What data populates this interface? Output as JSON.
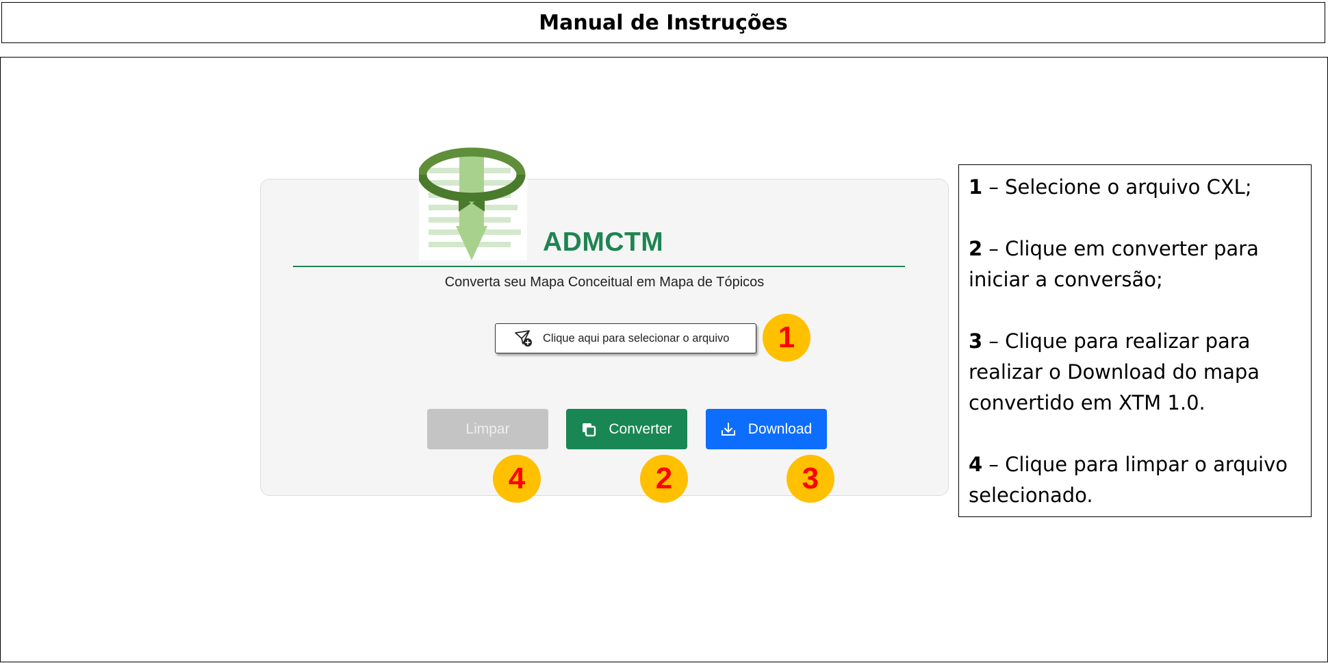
{
  "header": {
    "title": "Manual de Instruções"
  },
  "app": {
    "name": "ADMCTM",
    "subtitle": "Converta seu Mapa Conceitual em Mapa de Tópicos",
    "file_button_label": "Clique aqui para selecionar o arquivo",
    "buttons": {
      "limpar": "Limpar",
      "converter": "Converter",
      "download": "Download"
    }
  },
  "badges": {
    "select_file": "1",
    "convert": "2",
    "download": "3",
    "clear": "4"
  },
  "instructions": [
    {
      "number": "1",
      "text": " – Selecione o arquivo CXL;"
    },
    {
      "number": "2",
      "text": " – Clique em converter para iniciar a conversão;"
    },
    {
      "number": "3",
      "text": " – Clique para realizar para realizar o Download do mapa convertido em XTM 1.0."
    },
    {
      "number": "4",
      "text": " – Clique para limpar o arquivo selecionado."
    }
  ],
  "colors": {
    "brand_green": "#1e8452",
    "converter_green": "#198754",
    "download_blue": "#0d6efd",
    "disabled_gray": "#c4c4c4",
    "badge_yellow": "#ffc000",
    "badge_red": "#ff0000"
  },
  "icons": {
    "logo": "admctm-logo",
    "file_button": "send-plus-icon",
    "converter": "copy-icon",
    "download": "download-icon"
  }
}
